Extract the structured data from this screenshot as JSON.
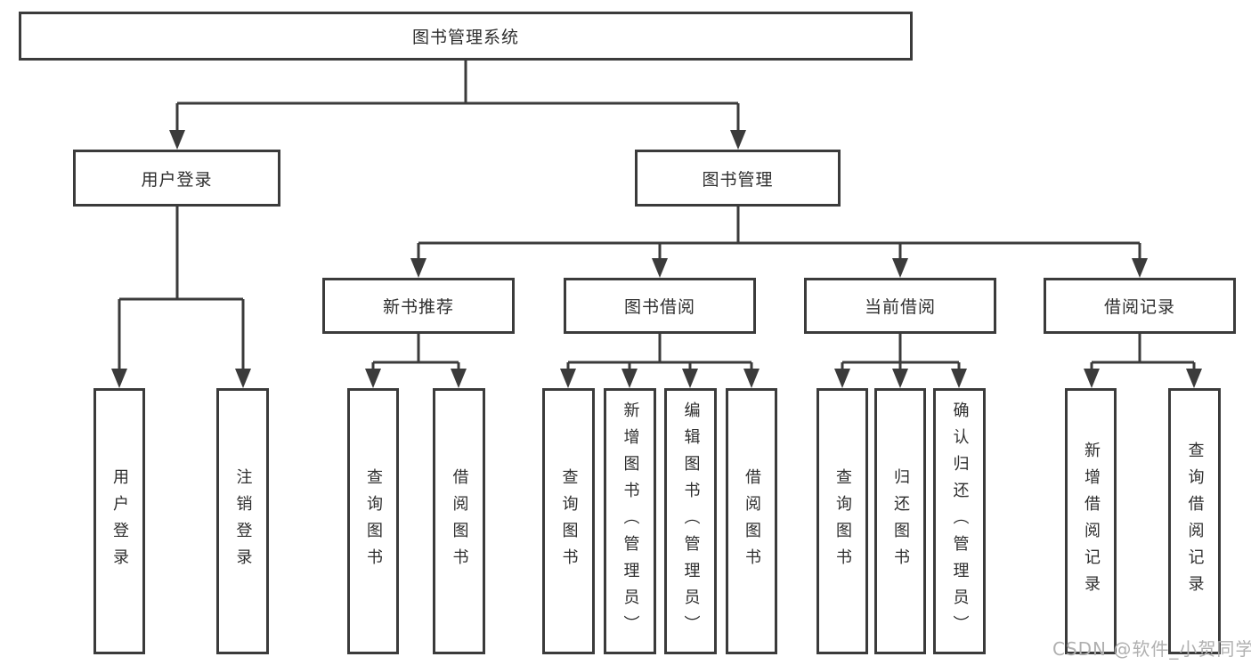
{
  "diagram": {
    "title_node": {
      "label": "图书管理系统"
    },
    "branches": {
      "user_login": {
        "label": "用户登录"
      },
      "book_mgmt": {
        "label": "图书管理"
      }
    },
    "modules": {
      "new_book_rec": {
        "label": "新书推荐"
      },
      "book_borrow": {
        "label": "图书借阅"
      },
      "current_borrow": {
        "label": "当前借阅"
      },
      "borrow_record": {
        "label": "借阅记录"
      }
    },
    "leaves": {
      "user_login": {
        "label": "用户登录"
      },
      "logout_login": {
        "label": "注销登录"
      },
      "newrec_query_book": {
        "label": "查询图书"
      },
      "newrec_borrow_book": {
        "label": "借阅图书"
      },
      "borrow_query_book": {
        "label": "查询图书"
      },
      "borrow_add_book_admin": {
        "label": "新增图书（管理员）"
      },
      "borrow_edit_book_admin": {
        "label": "编辑图书（管理员）"
      },
      "borrow_borrow_book": {
        "label": "借阅图书"
      },
      "current_query_book": {
        "label": "查询图书"
      },
      "current_return_book": {
        "label": "归还图书"
      },
      "current_confirm_return_admin": {
        "label": "确认归还（管理员）"
      },
      "record_add_record": {
        "label": "新增借阅记录"
      },
      "record_query_record": {
        "label": "查询借阅记录"
      }
    },
    "colors": {
      "line": "#3b3b3b",
      "text": "#2e2e2e",
      "watermark": "#b0b0b0",
      "background": "#ffffff"
    }
  },
  "watermark": {
    "text": "CSDN @软件_小贺同学"
  }
}
